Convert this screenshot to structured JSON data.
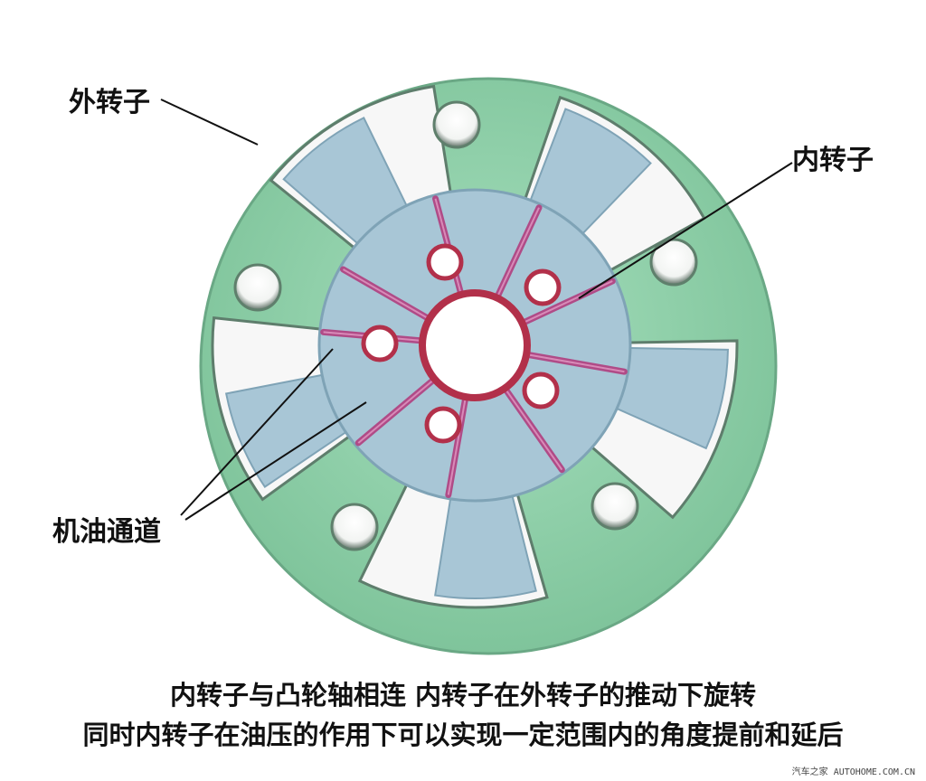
{
  "labels": {
    "outer_rotor": "外转子",
    "inner_rotor": "内转子",
    "oil_channel": "机油通道"
  },
  "caption": {
    "line1": "内转子与凸轮轴相连 内转子在外转子的推动下旋转",
    "line2": "同时内转子在油压的作用下可以实现一定范围内的角度提前和延后"
  },
  "watermark": "汽车之家 AUTOHOME.COM.CN",
  "colors": {
    "outer_rotor": "#93d3ad",
    "inner_rotor": "#a8c6d6",
    "oil_channel": "#b04b87",
    "chamber": "#ffffff"
  }
}
